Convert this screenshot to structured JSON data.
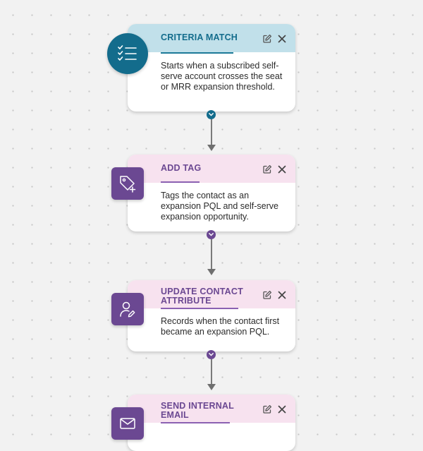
{
  "nodes": [
    {
      "title": "CRITERIA MATCH",
      "description": "Starts when a subscribed self-serve account crosses the seat or MRR expansion threshold.",
      "icon": "checklist-icon",
      "accent": "#136c8c"
    },
    {
      "title": "ADD TAG",
      "description": "Tags the contact as an expansion PQL and self-serve expansion opportunity.",
      "icon": "tag-add-icon",
      "accent": "#6b4892"
    },
    {
      "title": "UPDATE CONTACT ATTRIBUTE",
      "description": "Records when the contact first became an expansion PQL.",
      "icon": "user-edit-icon",
      "accent": "#6b4892"
    },
    {
      "title": "SEND INTERNAL EMAIL",
      "description": "",
      "icon": "mail-icon",
      "accent": "#6b4892"
    }
  ],
  "colors": {
    "canvas": "#f2f2f2",
    "criteria_header": "#c1e0ea",
    "action_header": "#f7e2ef",
    "connector": "#7a7a7a"
  }
}
